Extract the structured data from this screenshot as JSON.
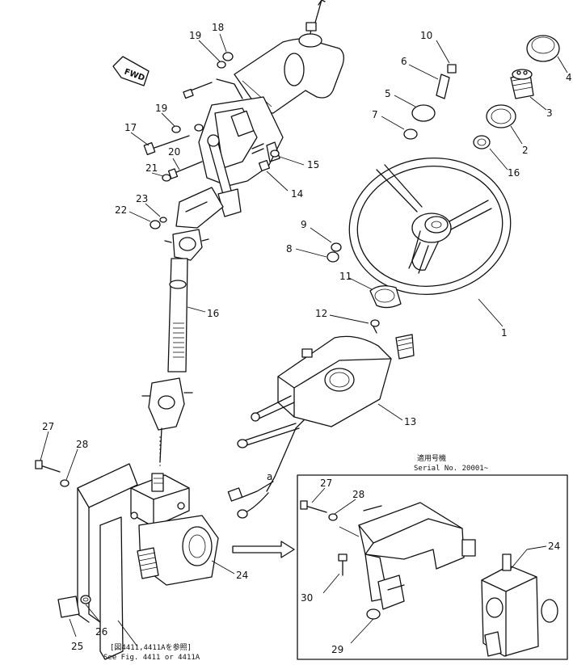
{
  "parts": [
    {
      "id": "p1",
      "label": "1"
    },
    {
      "id": "p2",
      "label": "2"
    },
    {
      "id": "p3",
      "label": "3"
    },
    {
      "id": "p4",
      "label": "4"
    },
    {
      "id": "p5",
      "label": "5"
    },
    {
      "id": "p6",
      "label": "6"
    },
    {
      "id": "p7",
      "label": "7"
    },
    {
      "id": "p8",
      "label": "8"
    },
    {
      "id": "p9",
      "label": "9"
    },
    {
      "id": "p10",
      "label": "10"
    },
    {
      "id": "p11",
      "label": "11"
    },
    {
      "id": "p12",
      "label": "12"
    },
    {
      "id": "p13",
      "label": "13"
    },
    {
      "id": "p14",
      "label": "14"
    },
    {
      "id": "p15",
      "label": "15"
    },
    {
      "id": "p16a",
      "label": "16"
    },
    {
      "id": "p16b",
      "label": "16"
    },
    {
      "id": "p17",
      "label": "17"
    },
    {
      "id": "p18",
      "label": "18"
    },
    {
      "id": "p19a",
      "label": "19"
    },
    {
      "id": "p19b",
      "label": "19"
    },
    {
      "id": "p20",
      "label": "20"
    },
    {
      "id": "p21",
      "label": "21"
    },
    {
      "id": "p22",
      "label": "22"
    },
    {
      "id": "p23",
      "label": "23"
    },
    {
      "id": "p24a",
      "label": "24"
    },
    {
      "id": "p24b",
      "label": "24"
    },
    {
      "id": "p25",
      "label": "25"
    },
    {
      "id": "p26",
      "label": "26"
    },
    {
      "id": "p27a",
      "label": "27"
    },
    {
      "id": "p27b",
      "label": "27"
    },
    {
      "id": "p28a",
      "label": "28"
    },
    {
      "id": "p28b",
      "label": "28"
    },
    {
      "id": "p29",
      "label": "29"
    },
    {
      "id": "p30",
      "label": "30"
    }
  ],
  "fwd_label": "FWD",
  "wire_label": "a",
  "inset": {
    "serial_jp": "適用号機",
    "serial_text": "Serial No. 20001~"
  },
  "reference": {
    "jp": "[図4411,4411Aを参照]",
    "text": "See Fig. 4411 or 4411A"
  }
}
